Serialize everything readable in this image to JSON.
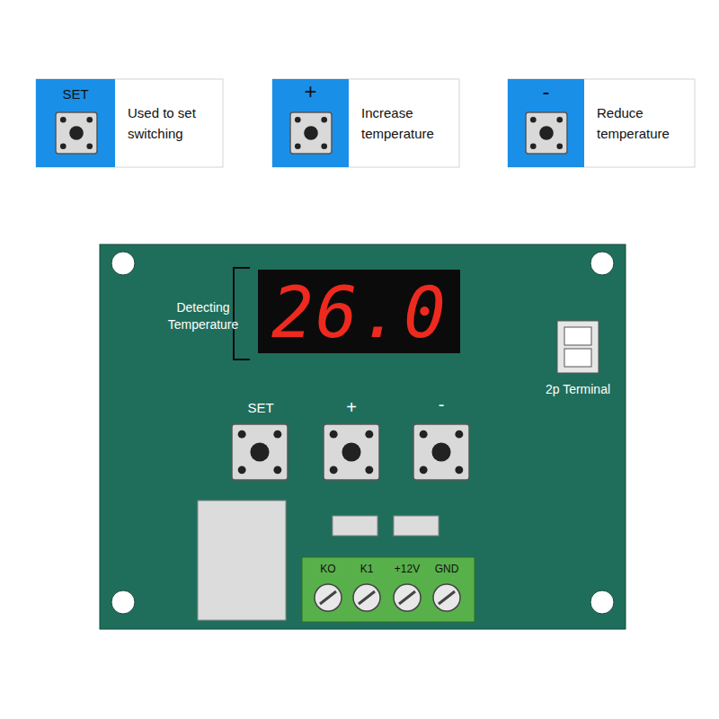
{
  "diagram": {
    "nodes": [
      {
        "text": [
          "SET",
          "Used to set switching"
        ]
      },
      {
        "text": [
          "+",
          "Increase temperature"
        ]
      },
      {
        "text": [
          "-",
          "Reduce temperature"
        ]
      }
    ],
    "labels": [
      "Detecting Temperature",
      "26.0",
      "2p Terminal",
      "SET",
      "+",
      "-",
      "KO",
      "K1",
      "+12V",
      "GND"
    ]
  }
}
